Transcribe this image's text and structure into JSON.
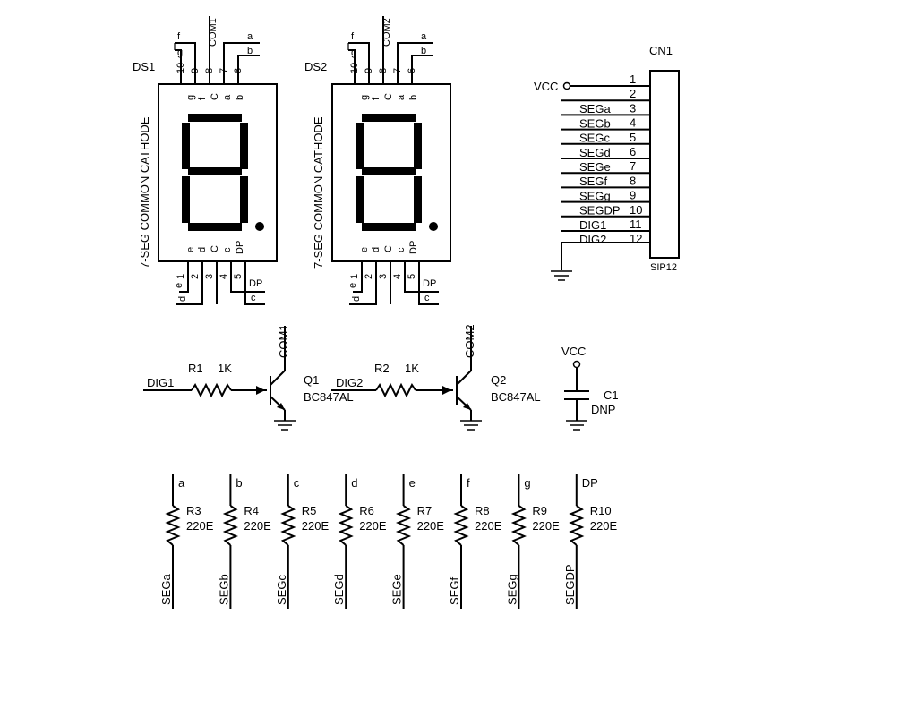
{
  "displays": [
    {
      "ref": "DS1",
      "type_label": "7-SEG COMMON CATHODE",
      "top_pins": [
        "10",
        "9",
        "8",
        "7",
        "6"
      ],
      "top_pin_labels": [
        "g",
        "f",
        "C",
        "a",
        "b"
      ],
      "bottom_pins": [
        "1",
        "2",
        "3",
        "4",
        "5"
      ],
      "bottom_pin_labels": [
        "e",
        "d",
        "C",
        "c",
        "DP"
      ],
      "net_f": "f",
      "net_com": "COM1",
      "net_a": "a",
      "net_g": "g",
      "net_b": "b",
      "net_e": "e",
      "net_d": "d",
      "net_dp": "DP",
      "net_c": "c"
    },
    {
      "ref": "DS2",
      "type_label": "7-SEG COMMON CATHODE",
      "top_pins": [
        "10",
        "9",
        "8",
        "7",
        "6"
      ],
      "top_pin_labels": [
        "g",
        "f",
        "C",
        "a",
        "b"
      ],
      "bottom_pins": [
        "1",
        "2",
        "3",
        "4",
        "5"
      ],
      "bottom_pin_labels": [
        "e",
        "d",
        "C",
        "c",
        "DP"
      ],
      "net_f": "f",
      "net_com": "COM2",
      "net_a": "a",
      "net_g": "g",
      "net_b": "b",
      "net_e": "e",
      "net_d": "d",
      "net_dp": "DP",
      "net_c": "c"
    }
  ],
  "connector": {
    "ref": "CN1",
    "package": "SIP12",
    "vcc": "VCC",
    "pins": [
      {
        "num": "1",
        "net": ""
      },
      {
        "num": "2",
        "net": "SEGa"
      },
      {
        "num": "3",
        "net": "SEGb"
      },
      {
        "num": "4",
        "net": "SEGc"
      },
      {
        "num": "5",
        "net": "SEGd"
      },
      {
        "num": "6",
        "net": "SEGe"
      },
      {
        "num": "7",
        "net": "SEGf"
      },
      {
        "num": "8",
        "net": "SEGg"
      },
      {
        "num": "9",
        "net": "SEGDP"
      },
      {
        "num": "10",
        "net": "DIG1"
      },
      {
        "num": "11",
        "net": "DIG2"
      },
      {
        "num": "12",
        "net": ""
      }
    ]
  },
  "drivers": [
    {
      "input": "DIG1",
      "resistor": "R1",
      "resistor_value": "1K",
      "transistor": "Q1",
      "transistor_part": "BC847AL",
      "collector_net": "COM1"
    },
    {
      "input": "DIG2",
      "resistor": "R2",
      "resistor_value": "1K",
      "transistor": "Q2",
      "transistor_part": "BC847AL",
      "collector_net": "COM2"
    }
  ],
  "capacitor": {
    "ref": "C1",
    "value": "DNP",
    "supply": "VCC"
  },
  "segment_resistors": [
    {
      "top_net": "a",
      "ref": "R3",
      "value": "220E",
      "bottom_net": "SEGa"
    },
    {
      "top_net": "b",
      "ref": "R4",
      "value": "220E",
      "bottom_net": "SEGb"
    },
    {
      "top_net": "c",
      "ref": "R5",
      "value": "220E",
      "bottom_net": "SEGc"
    },
    {
      "top_net": "d",
      "ref": "R6",
      "value": "220E",
      "bottom_net": "SEGd"
    },
    {
      "top_net": "e",
      "ref": "R7",
      "value": "220E",
      "bottom_net": "SEGe"
    },
    {
      "top_net": "f",
      "ref": "R8",
      "value": "220E",
      "bottom_net": "SEGf"
    },
    {
      "top_net": "g",
      "ref": "R9",
      "value": "220E",
      "bottom_net": "SEGg"
    },
    {
      "top_net": "DP",
      "ref": "R10",
      "value": "220E",
      "bottom_net": "SEGDP"
    }
  ]
}
